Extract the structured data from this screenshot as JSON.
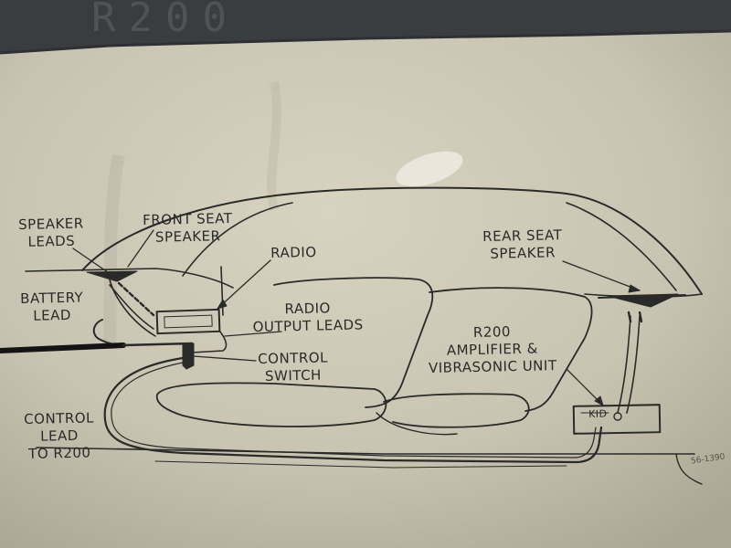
{
  "colors": {
    "paper": "#ccc7b6",
    "ink": "#2a2a28",
    "background": "#3a3d40"
  },
  "header": {
    "faded_text": "R200"
  },
  "labels": {
    "speaker_leads": [
      "SPEAKER",
      "LEADS"
    ],
    "front_seat_speaker": [
      "FRONT SEAT",
      "SPEAKER"
    ],
    "radio": "RADIO",
    "rear_seat_speaker": [
      "REAR SEAT",
      "SPEAKER"
    ],
    "battery_lead": [
      "BATTERY",
      "LEAD"
    ],
    "radio_output_leads": [
      "RADIO",
      "OUTPUT LEADS"
    ],
    "control_switch": [
      "CONTROL",
      "SWITCH"
    ],
    "r200_unit": [
      "R200",
      "AMPLIFIER &",
      "VIBRASONIC UNIT"
    ],
    "control_lead": [
      "CONTROL",
      "LEAD",
      "TO R200"
    ],
    "unit_marking": "KID",
    "figure_number": "56-1390"
  }
}
